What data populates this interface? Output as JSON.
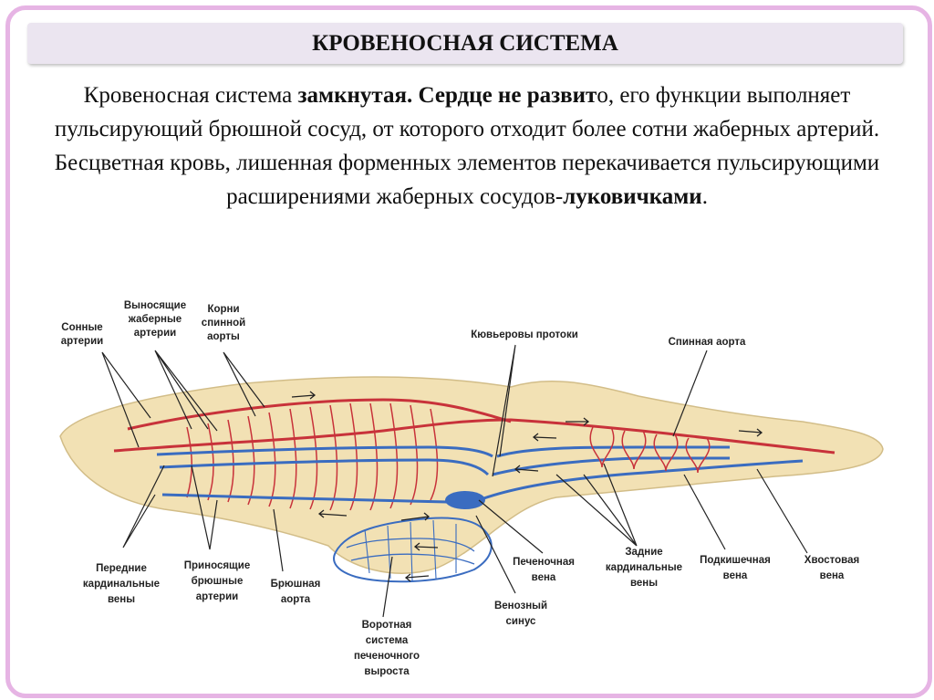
{
  "title": "КРОВЕНОСНАЯ СИСТЕМА",
  "paragraph": {
    "p1": "Кровеносная система ",
    "b1": "замкнутая. Сердце не развит",
    "p2": "о, его функции выполняет пульсирующий брюшной сосуд, от которого отходит более сотни жаберных артерий.",
    "p3": "Бесцветная кровь, лишенная форменных элементов перекачивается пульсирующими расширениями жаберных сосудов-",
    "b2": "луковичками",
    "p4": "."
  },
  "labels": {
    "sonnye": [
      "Сонные",
      "артерии"
    ],
    "vynosyashchie": [
      "Выносящие",
      "жаберные",
      "артерии"
    ],
    "korni": [
      "Корни",
      "спинной",
      "аорты"
    ],
    "kyuvierovy": "Кювьеровы протоки",
    "spinnaya": "Спинная аорта",
    "perednie": [
      "Передние",
      "кардинальные",
      "вены"
    ],
    "prinosyashchie": [
      "Приносящие",
      "брюшные",
      "артерии"
    ],
    "bryushnaya": [
      "Брюшная",
      "аорта"
    ],
    "pechenochnaya": [
      "Печеночная",
      "вена"
    ],
    "zadnie": [
      "Задние",
      "кардинальные",
      "вены"
    ],
    "podkishechnaya": [
      "Подкишечная",
      "вена"
    ],
    "khvostovaya": [
      "Хвостовая",
      "вена"
    ],
    "venozny": [
      "Венозный",
      "синус"
    ],
    "vorotnaya": [
      "Воротная",
      "система",
      "печеночного",
      "выроста"
    ]
  },
  "colors": {
    "artery": "#c8323a",
    "vein": "#3a6cc0",
    "body": "#f2e1b4",
    "frame": "#e6b4e4",
    "title_bg": "#ebe5f0"
  }
}
